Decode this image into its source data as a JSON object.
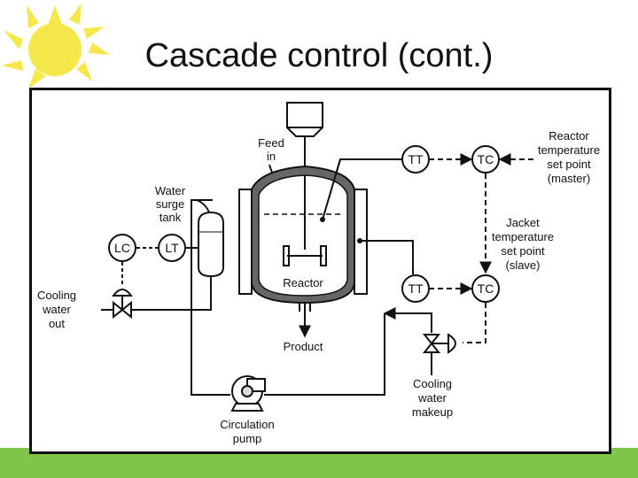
{
  "slide": {
    "title": "Cascade control (cont.)"
  },
  "diagram": {
    "instruments": {
      "tt_top": "TT",
      "tc_top": "TC",
      "tt_bottom": "TT",
      "tc_bottom": "TC",
      "lc": "LC",
      "lt": "LT"
    },
    "labels": {
      "feed": [
        "Feed",
        "in"
      ],
      "water_surge_tank": [
        "Water",
        "surge",
        "tank"
      ],
      "reactor": "Reactor",
      "product": "Product",
      "reactor_setpoint": [
        "Reactor",
        "temperature",
        "set point",
        "(master)"
      ],
      "jacket_setpoint": [
        "Jacket",
        "temperature",
        "set point",
        "(slave)"
      ],
      "cooling_water_out": [
        "Cooling",
        "water",
        "out"
      ],
      "cooling_water_makeup": [
        "Cooling",
        "water",
        "makeup"
      ],
      "circulation_pump": [
        "Circulation",
        "pump"
      ]
    },
    "colors": {
      "sun": "#f5e84a",
      "grass": "#7fc64a",
      "line": "#111111",
      "jacket": "#666666"
    }
  }
}
